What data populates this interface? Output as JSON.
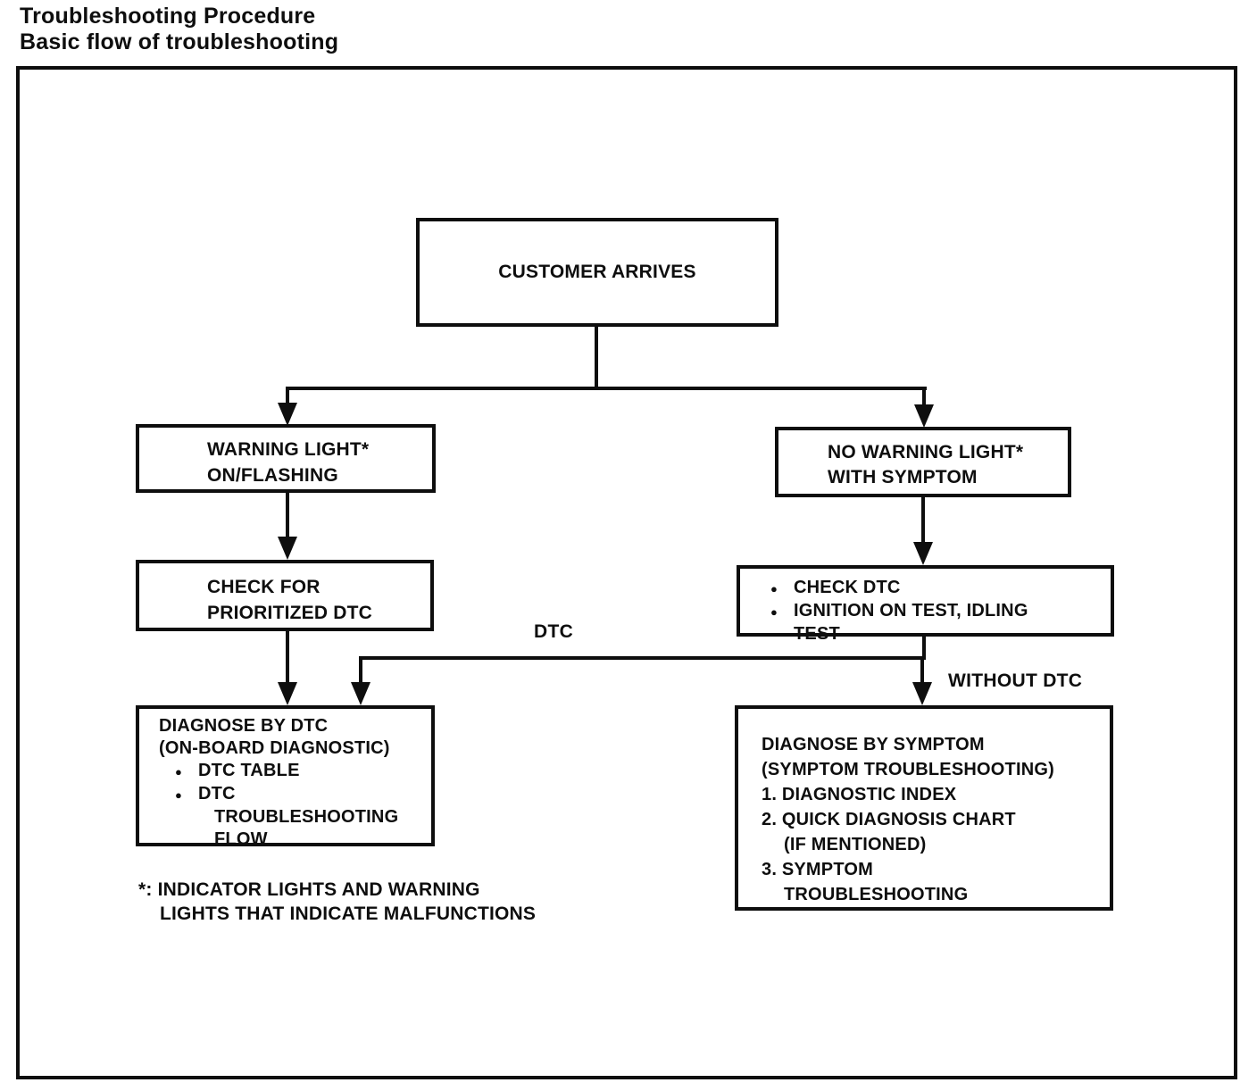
{
  "title": {
    "line1": "Troubleshooting Procedure",
    "line2": "Basic flow of troubleshooting"
  },
  "glyphs": {
    "bullet": "●"
  },
  "flowchart": {
    "nodes": {
      "customer_arrives": {
        "lines": [
          "CUSTOMER ARRIVES"
        ]
      },
      "warning_light": {
        "lines": [
          "WARNING LIGHT*",
          "ON/FLASHING"
        ]
      },
      "no_warning_light": {
        "lines": [
          "NO WARNING LIGHT*",
          "WITH SYMPTOM"
        ]
      },
      "check_prioritized_dtc": {
        "lines": [
          "CHECK FOR",
          "PRIORITIZED DTC"
        ]
      },
      "check_dtc": {
        "lines": [
          "CHECK DTC",
          "IGNITION ON TEST, IDLING",
          "TEST"
        ]
      },
      "diagnose_by_dtc": {
        "lines": [
          "DIAGNOSE BY DTC",
          "(ON-BOARD DIAGNOSTIC)",
          "DTC TABLE",
          "DTC",
          "TROUBLESHOOTING",
          "FLOW"
        ]
      },
      "diagnose_by_symptom": {
        "lines": [
          "DIAGNOSE BY SYMPTOM",
          "(SYMPTOM TROUBLESHOOTING)",
          "1. DIAGNOSTIC INDEX",
          "2. QUICK DIAGNOSIS CHART",
          "(IF MENTIONED)",
          "3. SYMPTOM",
          "TROUBLESHOOTING"
        ]
      }
    },
    "edge_labels": {
      "dtc": "DTC",
      "without_dtc": "WITHOUT DTC"
    },
    "footnote": {
      "line1": "*: INDICATOR LIGHTS AND WARNING",
      "line2": "LIGHTS THAT INDICATE MALFUNCTIONS"
    },
    "colors": {
      "ink": "#0e0e0e",
      "paper": "#ffffff"
    }
  }
}
